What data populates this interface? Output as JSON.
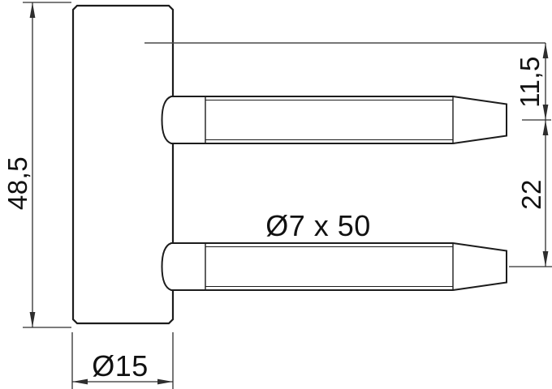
{
  "drawing": {
    "type": "technical-drawing",
    "subject": "drill-in hinge body with two fastening pins, side view",
    "labels": {
      "body_height": "48,5",
      "body_diameter": "Ø15",
      "pin_spec": "Ø7 x 50",
      "pin_offset": "11,5",
      "pin_spacing": "22"
    },
    "dimensions": {
      "body_height_mm": 48.5,
      "body_diameter_mm": 15,
      "pin_diameter_mm": 7,
      "pin_length_mm": 50,
      "top_to_first_pin_center_mm": 11.5,
      "pin_center_spacing_mm": 22
    },
    "colors": {
      "outline": "#1c1c1c",
      "dimension": "#2e2e2e",
      "reference": "#4a4a4a",
      "text": "#111111",
      "background": "#ffffff"
    }
  }
}
